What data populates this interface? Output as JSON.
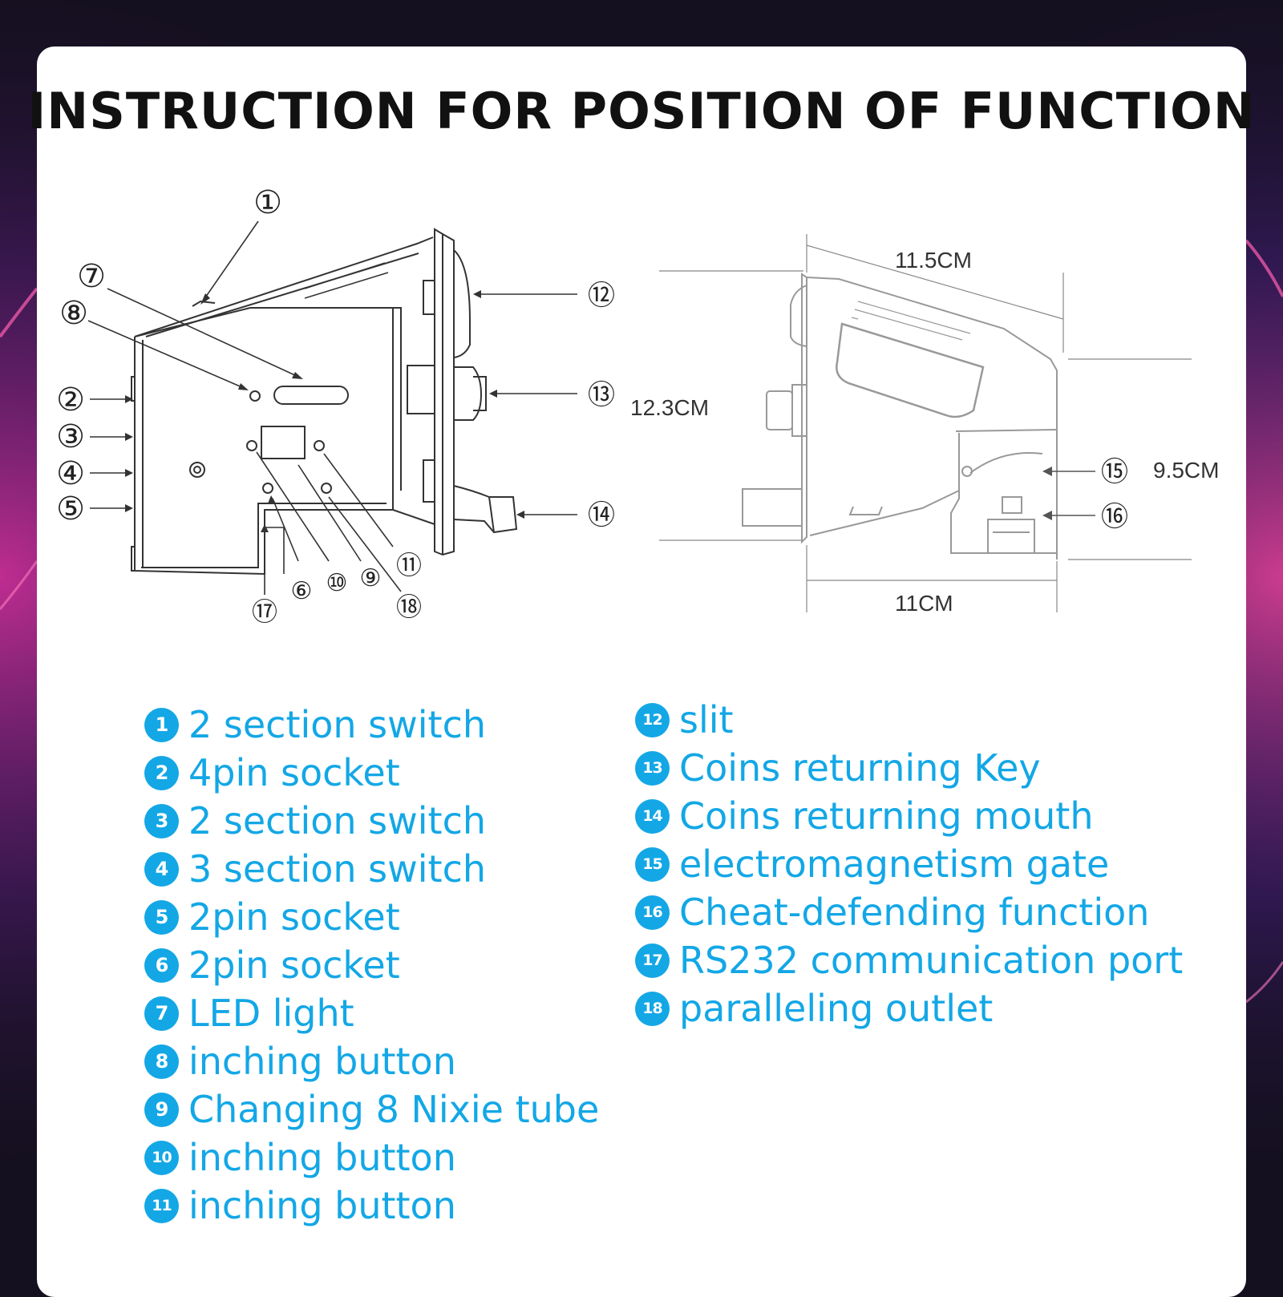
{
  "title": "INSTRUCTION FOR POSITION OF FUNCTION",
  "colors": {
    "accent": "#13a7e6",
    "card": "#ffffff",
    "title": "#111111",
    "background": "#14101f"
  },
  "callouts": [
    "①",
    "②",
    "③",
    "④",
    "⑤",
    "⑥",
    "⑦",
    "⑧",
    "⑨",
    "⑩",
    "⑪",
    "⑫",
    "⑬",
    "⑭",
    "⑮",
    "⑯",
    "⑰",
    "⑱"
  ],
  "dimensions": {
    "top": "11.5CM",
    "left": "12.3CM",
    "right": "9.5CM",
    "bottom": "11CM"
  },
  "legend_left": [
    {
      "num": "1",
      "text": "2 section switch"
    },
    {
      "num": "2",
      "text": "4pin socket"
    },
    {
      "num": "3",
      "text": "2 section switch"
    },
    {
      "num": "4",
      "text": "3 section switch"
    },
    {
      "num": "5",
      "text": "2pin socket"
    },
    {
      "num": "6",
      "text": "2pin socket"
    },
    {
      "num": "7",
      "text": "LED light"
    },
    {
      "num": "8",
      "text": "inching button"
    },
    {
      "num": "9",
      "text": "Changing 8 Nixie tube"
    },
    {
      "num": "10",
      "text": "inching button"
    },
    {
      "num": "11",
      "text": "inching button"
    }
  ],
  "legend_right": [
    {
      "num": "12",
      "text": "slit"
    },
    {
      "num": "13",
      "text": "Coins returning Key"
    },
    {
      "num": "14",
      "text": "Coins returning mouth"
    },
    {
      "num": "15",
      "text": "electromagnetism gate"
    },
    {
      "num": "16",
      "text": "Cheat-defending function"
    },
    {
      "num": "17",
      "text": "RS232 communication port"
    },
    {
      "num": "18",
      "text": "paralleling outlet"
    }
  ]
}
